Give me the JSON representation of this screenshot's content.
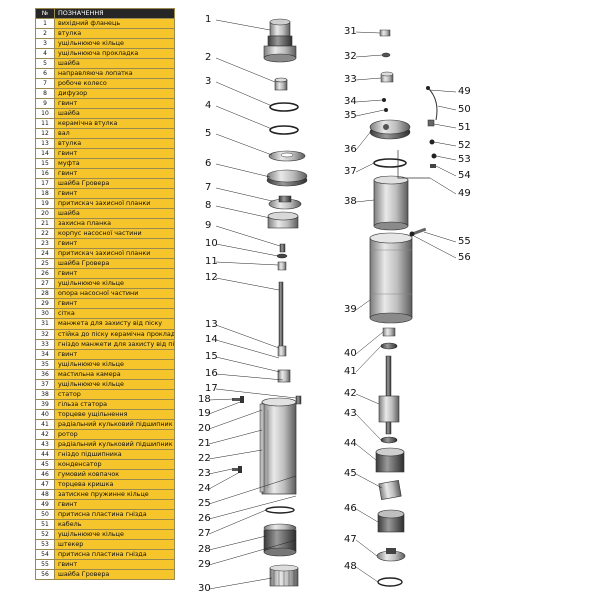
{
  "table": {
    "header": {
      "num": "№",
      "name": "ПОЗНАЧЕННЯ"
    },
    "rows": [
      {
        "num": "1",
        "name": "вихідний фланець"
      },
      {
        "num": "2",
        "name": "втулка"
      },
      {
        "num": "3",
        "name": "ущільнююче кільце"
      },
      {
        "num": "4",
        "name": "ущільнююча прокладка"
      },
      {
        "num": "5",
        "name": "шайба"
      },
      {
        "num": "6",
        "name": "направляюча лопатка"
      },
      {
        "num": "7",
        "name": "робоче колесо"
      },
      {
        "num": "8",
        "name": "дифузор"
      },
      {
        "num": "9",
        "name": "гвинт"
      },
      {
        "num": "10",
        "name": "шайба"
      },
      {
        "num": "11",
        "name": "керамічна втулка"
      },
      {
        "num": "12",
        "name": "вал"
      },
      {
        "num": "13",
        "name": "втулка"
      },
      {
        "num": "14",
        "name": "гвинт"
      },
      {
        "num": "15",
        "name": "муфта"
      },
      {
        "num": "16",
        "name": "гвинт"
      },
      {
        "num": "17",
        "name": "шайба Гровера"
      },
      {
        "num": "18",
        "name": "гвинт"
      },
      {
        "num": "19",
        "name": "притискач захисної планки"
      },
      {
        "num": "20",
        "name": "шайба"
      },
      {
        "num": "21",
        "name": "захисна планка"
      },
      {
        "num": "22",
        "name": "корпус насосної частини"
      },
      {
        "num": "23",
        "name": "гвинт"
      },
      {
        "num": "24",
        "name": "притискач захисної планки"
      },
      {
        "num": "25",
        "name": "шайба Гровера"
      },
      {
        "num": "26",
        "name": "гвинт"
      },
      {
        "num": "27",
        "name": "ущільнююче кільце"
      },
      {
        "num": "28",
        "name": "опора насосної частини"
      },
      {
        "num": "29",
        "name": "гвинт"
      },
      {
        "num": "30",
        "name": "сітка"
      },
      {
        "num": "31",
        "name": "манжета для захисту від піску"
      },
      {
        "num": "32",
        "name": "стійка до піску керамічна прокладка"
      },
      {
        "num": "33",
        "name": "гніздо манжети для захисту від піску"
      },
      {
        "num": "34",
        "name": "гвинт"
      },
      {
        "num": "35",
        "name": "ущільнююче кільце"
      },
      {
        "num": "36",
        "name": "мастильна камера"
      },
      {
        "num": "37",
        "name": "ущільнююче кільце"
      },
      {
        "num": "38",
        "name": "статор"
      },
      {
        "num": "39",
        "name": "гільза статора"
      },
      {
        "num": "40",
        "name": "торцеве ущільнення"
      },
      {
        "num": "41",
        "name": "радіальний кульковий підшипник"
      },
      {
        "num": "42",
        "name": "ротор"
      },
      {
        "num": "43",
        "name": "радіальний кульковий підшипник"
      },
      {
        "num": "44",
        "name": "гніздо підшипника"
      },
      {
        "num": "45",
        "name": "конденсатор"
      },
      {
        "num": "46",
        "name": "гумовий ковпачок"
      },
      {
        "num": "47",
        "name": "торцева кришка"
      },
      {
        "num": "48",
        "name": "затискне пружинне кільце"
      },
      {
        "num": "49",
        "name": "гвинт"
      },
      {
        "num": "50",
        "name": "притисна пластина гнізда"
      },
      {
        "num": "51",
        "name": "кабель"
      },
      {
        "num": "52",
        "name": "ущільнююче кільце"
      },
      {
        "num": "53",
        "name": "штекер"
      },
      {
        "num": "54",
        "name": "притисна пластина гнізда"
      },
      {
        "num": "55",
        "name": "гвинт"
      },
      {
        "num": "56",
        "name": "шайба Гровера"
      }
    ]
  },
  "callouts": {
    "pump": [
      "1",
      "2",
      "3",
      "4",
      "5",
      "6",
      "7",
      "8",
      "9",
      "10",
      "11",
      "12",
      "13",
      "14",
      "15",
      "16",
      "17",
      "18",
      "19",
      "20",
      "21",
      "22",
      "23",
      "24",
      "25",
      "26",
      "27",
      "28",
      "29",
      "30"
    ],
    "motor": [
      "31",
      "32",
      "33",
      "34",
      "35",
      "36",
      "37",
      "38",
      "49",
      "50",
      "51",
      "52",
      "53",
      "54",
      "49",
      "55",
      "56",
      "39",
      "40",
      "41",
      "42",
      "43",
      "44",
      "45",
      "46",
      "47",
      "48"
    ]
  }
}
